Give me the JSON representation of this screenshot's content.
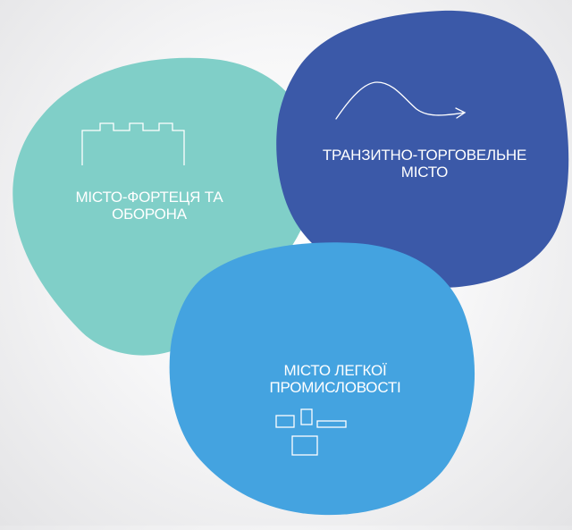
{
  "diagram": {
    "colors": {
      "teal": "#80cfc8",
      "navy": "#3b59a8",
      "blue": "#44a3e0",
      "line": "#ffffff"
    },
    "nodes": [
      {
        "id": "fortress",
        "icon": "fortress-wall-icon",
        "lines": [
          "МІСТО-ФОРТЕЦЯ ТА",
          "ОБОРОНА"
        ]
      },
      {
        "id": "transit",
        "icon": "curve-arrow-icon",
        "lines": [
          "ТРАНЗИТНО-ТОРГОВЕЛЬНЕ",
          "МІСТО"
        ]
      },
      {
        "id": "industry",
        "icon": "blocks-icon",
        "lines": [
          "МІСТО ЛЕГКОЇ",
          "ПРОМИСЛОВОСТІ"
        ]
      }
    ]
  }
}
